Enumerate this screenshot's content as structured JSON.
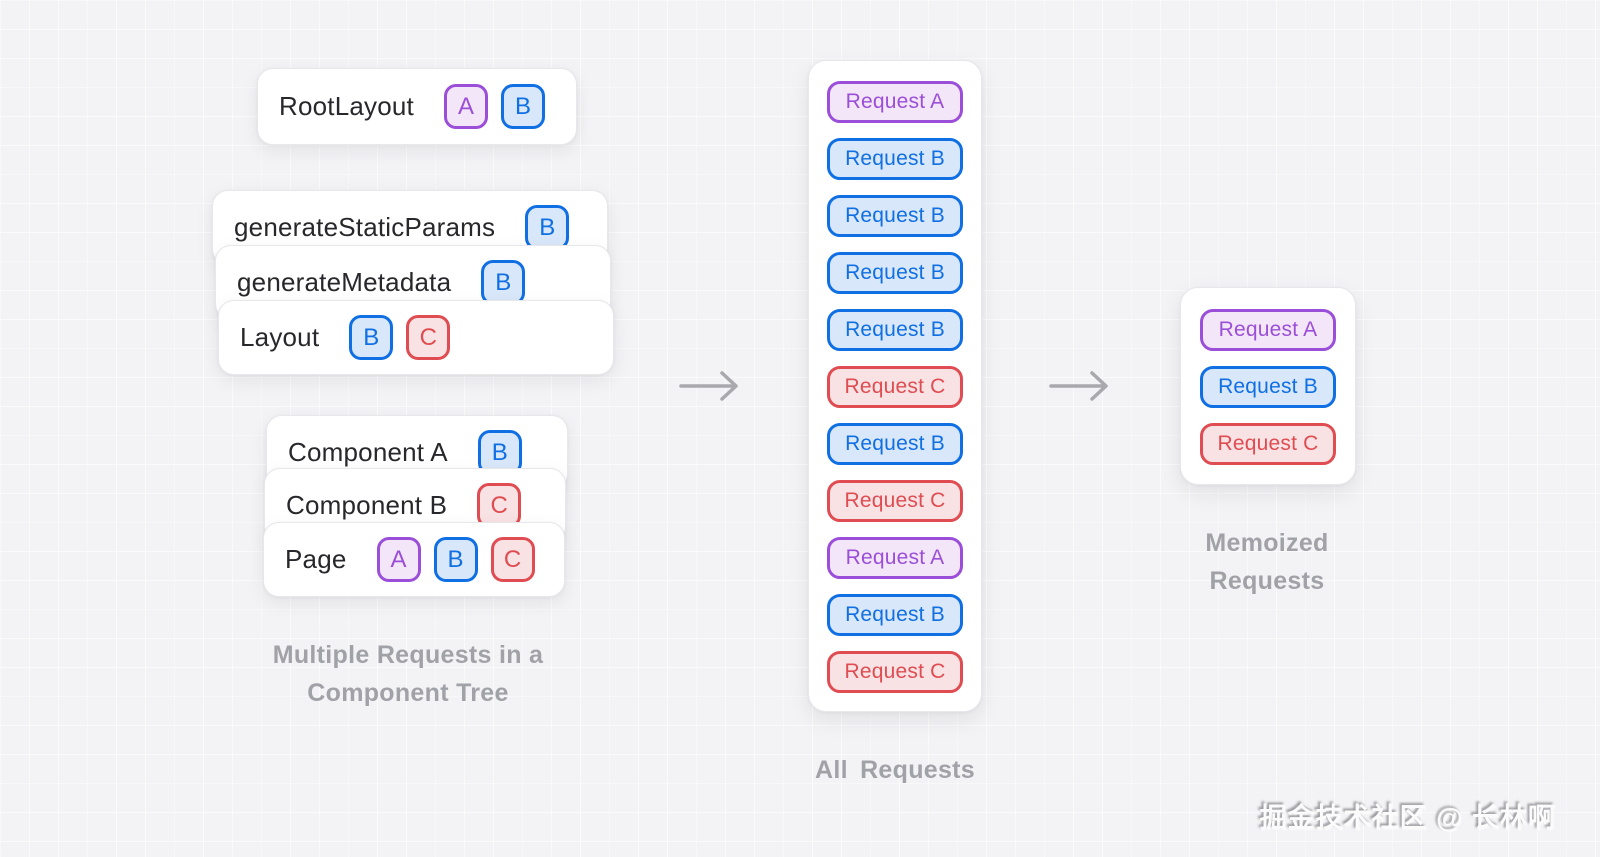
{
  "palette": {
    "purple": {
      "border": "#9b4fd8",
      "bg": "#f3e6f9",
      "text": "#9b4fd8"
    },
    "blue": {
      "border": "#0f6fe3",
      "bg": "#d9e7fa",
      "text": "#0f6fe3"
    },
    "red": {
      "border": "#df4d52",
      "bg": "#f9e2e4",
      "text": "#df4d52"
    },
    "background": "#f3f3f5",
    "card": "#ffffff",
    "caption": "#a1a1a8",
    "arrow": "#a9a9ad"
  },
  "component_tree": {
    "root_card": {
      "label": "RootLayout",
      "badges": [
        "A",
        "B"
      ]
    },
    "layout_stack": [
      {
        "label": "generateStaticParams",
        "badges": [
          "B"
        ]
      },
      {
        "label": "generateMetadata",
        "badges": [
          "B"
        ]
      },
      {
        "label": "Layout",
        "badges": [
          "B",
          "C"
        ]
      }
    ],
    "component_stack": [
      {
        "label": "Component A",
        "badges": [
          "B"
        ]
      },
      {
        "label": "Component B",
        "badges": [
          "C"
        ]
      },
      {
        "label": "Page",
        "badges": [
          "A",
          "B",
          "C"
        ]
      }
    ],
    "caption": "Multiple Requests in a Component Tree"
  },
  "all_requests": {
    "caption": "All Requests",
    "items": [
      "Request A",
      "Request B",
      "Request B",
      "Request B",
      "Request B",
      "Request C",
      "Request B",
      "Request C",
      "Request A",
      "Request B",
      "Request C"
    ]
  },
  "memoized_requests": {
    "caption": "Memoized Requests",
    "items": [
      "Request A",
      "Request B",
      "Request C"
    ]
  },
  "watermark": "掘金技术社区 @ 长林啊"
}
